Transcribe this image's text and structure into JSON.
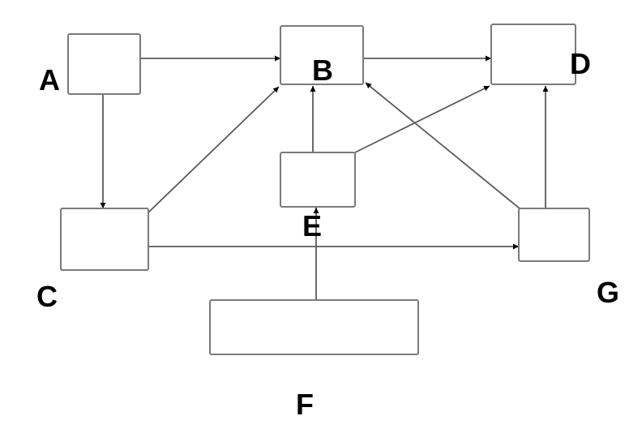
{
  "diagram": {
    "type": "directed-graph",
    "nodes": [
      {
        "id": "A",
        "label": "A"
      },
      {
        "id": "B",
        "label": "B"
      },
      {
        "id": "C",
        "label": "C"
      },
      {
        "id": "D",
        "label": "D"
      },
      {
        "id": "E",
        "label": "E"
      },
      {
        "id": "F",
        "label": "F"
      },
      {
        "id": "G",
        "label": "G"
      }
    ],
    "edges": [
      {
        "from": "A",
        "to": "B"
      },
      {
        "from": "B",
        "to": "D"
      },
      {
        "from": "A",
        "to": "C"
      },
      {
        "from": "C",
        "to": "B"
      },
      {
        "from": "E",
        "to": "B"
      },
      {
        "from": "E",
        "to": "D"
      },
      {
        "from": "G",
        "to": "B"
      },
      {
        "from": "G",
        "to": "D"
      },
      {
        "from": "C",
        "to": "G"
      },
      {
        "from": "F",
        "to": "E"
      }
    ],
    "colors": {
      "box_stroke": "#7a7a7a",
      "edge_stroke": "#5a5a5a",
      "label": "#000000",
      "background": "#ffffff"
    }
  }
}
